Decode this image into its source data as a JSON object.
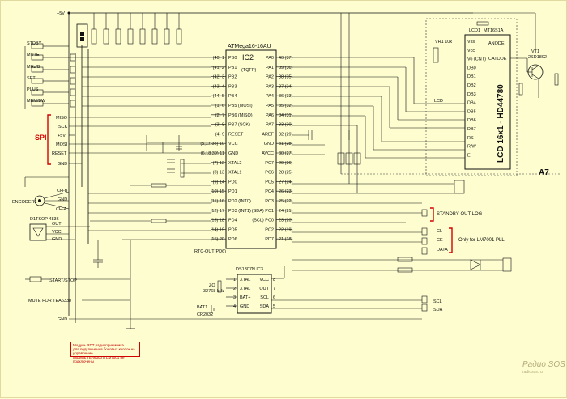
{
  "mcu": {
    "part": "ATMega16-16AU",
    "ref": "IC2",
    "package": "(TQFP)",
    "rtc_note": "RTC-OUT(PD6)",
    "left_pins": [
      {
        "name": "PB0",
        "num": "(40) 1"
      },
      {
        "name": "PB1",
        "num": "(41) 2"
      },
      {
        "name": "PB2",
        "num": "(42) 3"
      },
      {
        "name": "PB3",
        "num": "(43) 4"
      },
      {
        "name": "PB4",
        "num": "(44) 5"
      },
      {
        "name": "PB5 (MOSI)",
        "num": "(1) 6"
      },
      {
        "name": "PB6 (MISO)",
        "num": "(2) 7"
      },
      {
        "name": "PB7 (SCK)",
        "num": "(3) 8"
      },
      {
        "name": "RESET",
        "num": "(4) 9"
      },
      {
        "name": "VCC",
        "num": "(5,17,38) 10"
      },
      {
        "name": "GND",
        "num": "(6,18,39) 11"
      },
      {
        "name": "XTAL2",
        "num": "(7) 12"
      },
      {
        "name": "XTAL1",
        "num": "(8) 13"
      },
      {
        "name": "PD0",
        "num": "(9) 14"
      },
      {
        "name": "PD1",
        "num": "(10) 15"
      },
      {
        "name": "PD2 (INT0)",
        "num": "(11) 16"
      },
      {
        "name": "PD3 (INT1)",
        "num": "(12) 17"
      },
      {
        "name": "PD4",
        "num": "(13) 18"
      },
      {
        "name": "PD5",
        "num": "(14) 19"
      },
      {
        "name": "PD6",
        "num": "(15) 20"
      }
    ],
    "right_pins": [
      {
        "name": "PA0",
        "num": "40 (37)"
      },
      {
        "name": "PA1",
        "num": "39 (36)"
      },
      {
        "name": "PA2",
        "num": "38 (35)"
      },
      {
        "name": "PA3",
        "num": "37 (34)"
      },
      {
        "name": "PA4",
        "num": "36 (33)"
      },
      {
        "name": "PA5",
        "num": "35 (32)"
      },
      {
        "name": "PA6",
        "num": "34 (31)"
      },
      {
        "name": "PA7",
        "num": "33 (30)"
      },
      {
        "name": "AREF",
        "num": "32 (29)"
      },
      {
        "name": "GND",
        "num": "31 (28)"
      },
      {
        "name": "AVCC",
        "num": "30 (27)"
      },
      {
        "name": "PC7",
        "num": "29 (26)"
      },
      {
        "name": "PC6",
        "num": "28 (25)"
      },
      {
        "name": "PC5",
        "num": "27 (24)"
      },
      {
        "name": "PC4",
        "num": "26 (23)"
      },
      {
        "name": "PC3",
        "num": "25 (22)"
      },
      {
        "name": "(SDA) PC1",
        "num": "24 (21)"
      },
      {
        "name": "(SCL) PC0",
        "num": "23 (20)"
      },
      {
        "name": "PC2",
        "num": "22 (19)"
      },
      {
        "name": "PD7",
        "num": "21 (18)"
      }
    ]
  },
  "rtc": {
    "title": "DS1307N  IC3",
    "left": [
      {
        "num": "1",
        "name": "XTAL"
      },
      {
        "num": "2",
        "name": "XTAL"
      },
      {
        "num": "3",
        "name": "BAT+"
      },
      {
        "num": "4",
        "name": "GND"
      }
    ],
    "right": [
      {
        "num": "8",
        "name": "VCC"
      },
      {
        "num": "7",
        "name": "OUT"
      },
      {
        "num": "6",
        "name": "SCL"
      },
      {
        "num": "5",
        "name": "SDA"
      }
    ],
    "crystal": "ZQ",
    "crystal_freq": "32768 kHz",
    "battery": "BAT1",
    "battery_type": "CR2032"
  },
  "lcd": {
    "ref": "LCD1",
    "part": "MT16S1A",
    "body": "LCD 16x1 - HD44780",
    "label": "LCD",
    "pins": [
      "Vss",
      "Vcc",
      "Vo (CNT)",
      "DB0",
      "DB1",
      "DB2",
      "DB3",
      "DB4",
      "DB5",
      "DB6",
      "DB7",
      "RS",
      "R/W",
      "E"
    ],
    "anode": "ANODE",
    "cathode": "CATODE"
  },
  "vr": "VR1 10k",
  "transistor": {
    "ref": "VT1",
    "part": "2SD1892"
  },
  "power": "+5V",
  "buttons": [
    "STDBY",
    "MUTE",
    "MHz/B",
    "SET",
    "PLUS",
    "MEM/BW"
  ],
  "spi": {
    "label": "SPI",
    "lines": [
      "MISO",
      "SCK",
      "+5V",
      "MOSI",
      "RESET",
      "GND"
    ]
  },
  "ir": {
    "ref": "D1",
    "part": "TSOP 4836",
    "pins": [
      "OUT",
      "VCC",
      "GND"
    ]
  },
  "encoder": {
    "ref": "ENCODER1",
    "pins": [
      "CH-B",
      "GND",
      "CH-A"
    ]
  },
  "right_outs": [
    {
      "label": "STANDBY OUT LOG"
    },
    {
      "label": "CL"
    },
    {
      "label": "CE"
    },
    {
      "label": "DATA"
    },
    {
      "label": "SCL"
    },
    {
      "label": "SDA"
    }
  ],
  "pll_note": "Only for LM7001 PLL",
  "start_stop": "START/STOP",
  "mute_out": "MUTE FOR TEA6330",
  "gnd": "GND",
  "board": "A7",
  "note_lines": [
    "Модуль RDT радиоприемника",
    "для подключения боковых кнопок на управление",
    "Модуль TEA6300 и LM7001 не подключены"
  ],
  "watermark_1": "Радио SOS",
  "watermark_2": "radiosos.ru"
}
